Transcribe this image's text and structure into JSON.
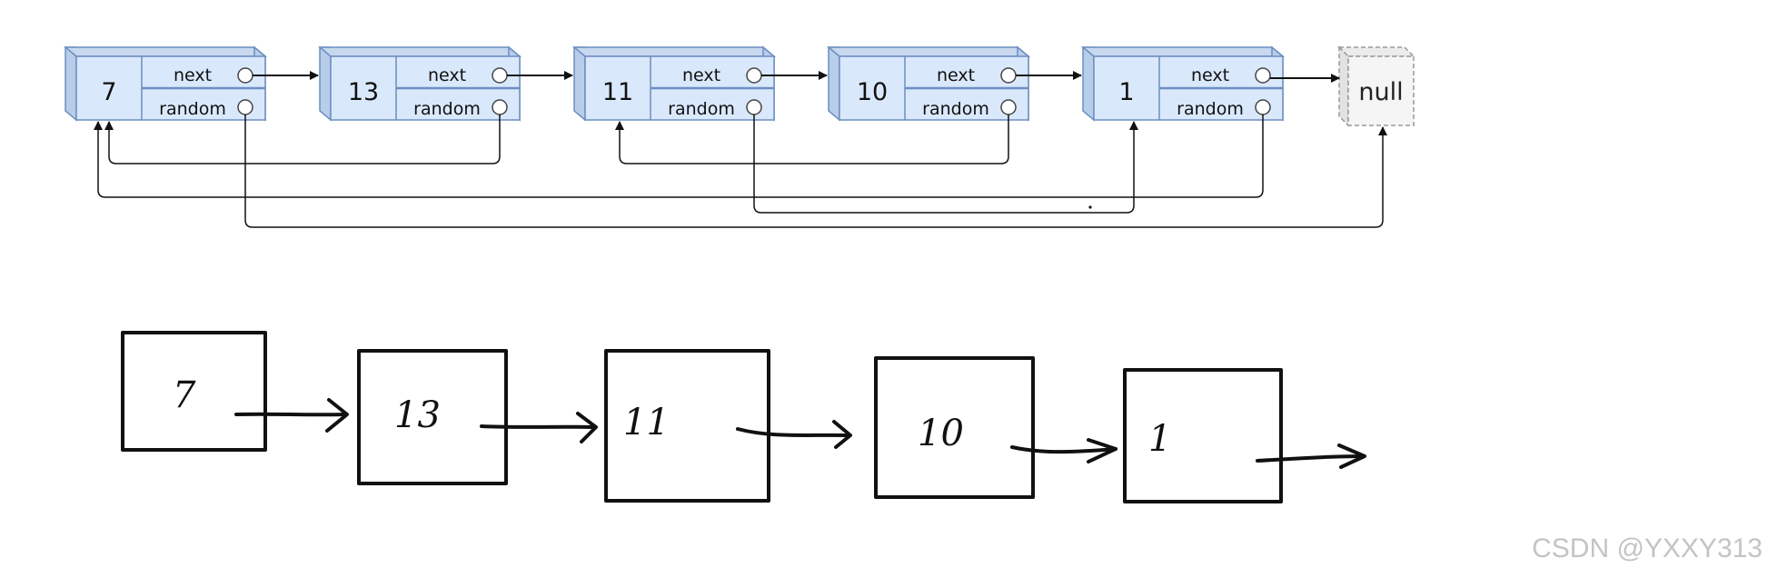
{
  "diagram": {
    "field_next": "next",
    "field_random": "random",
    "null_label": "null",
    "nodes": [
      {
        "value": "7",
        "random_target": "null"
      },
      {
        "value": "13",
        "random_target": "7"
      },
      {
        "value": "11",
        "random_target": "1"
      },
      {
        "value": "10",
        "random_target": "11"
      },
      {
        "value": "1",
        "random_target": "7"
      }
    ]
  },
  "sketch": {
    "nodes": [
      "7",
      "13",
      "11",
      "10",
      "1"
    ]
  },
  "watermark": "CSDN @YXXY313",
  "colors": {
    "node_fill": "#dae8fc",
    "node_stroke": "#6c8ebf",
    "node_side": "#b8cdea",
    "null_fill": "#f5f5f5",
    "null_stroke": "#999999",
    "line": "#111111"
  }
}
